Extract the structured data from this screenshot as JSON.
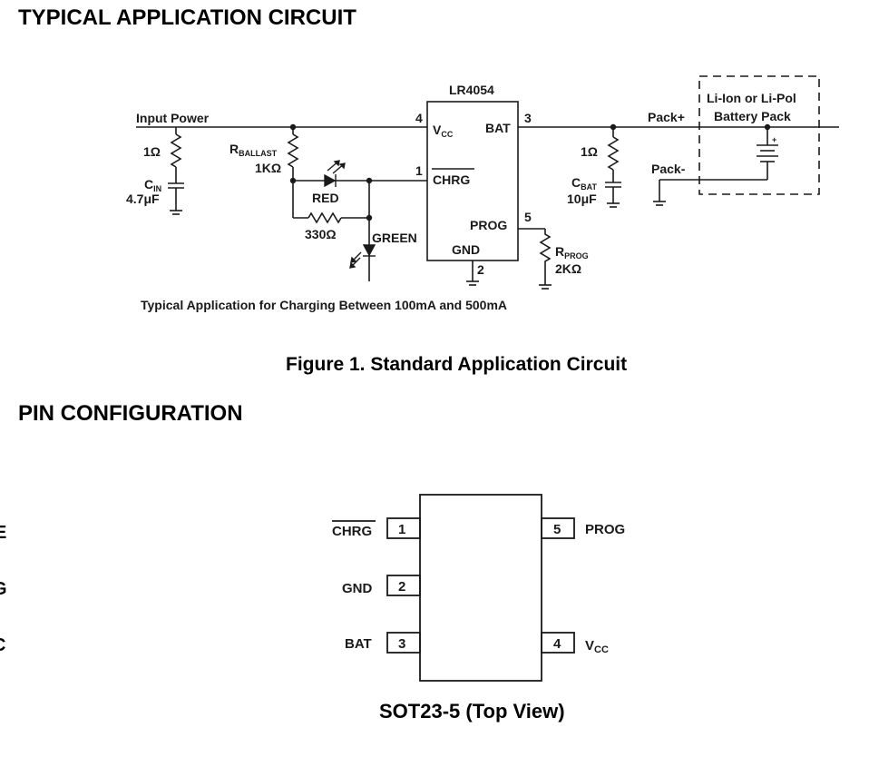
{
  "sections": {
    "typical_title": "TYPICAL APPLICATION CIRCUIT",
    "pin_title": "PIN CONFIGURATION"
  },
  "circuit": {
    "ic_name": "LR4054",
    "input_power": "Input Power",
    "pins": {
      "vcc": {
        "num": "4",
        "label": "V",
        "sub": "CC"
      },
      "bat": {
        "num": "3",
        "label": "BAT"
      },
      "chrg": {
        "num": "1",
        "label": "CHRG"
      },
      "prog": {
        "num": "5",
        "label": "PROG"
      },
      "gnd": {
        "num": "2",
        "label": "GND"
      }
    },
    "r_in": "1Ω",
    "c_in": {
      "label": "C",
      "sub": "IN",
      "value": "4.7μF"
    },
    "r_ballast": {
      "label": "R",
      "sub": "BALLAST",
      "value": "1KΩ"
    },
    "led_red": "RED",
    "r_330": "330Ω",
    "led_green": "GREEN",
    "r_bat": "1Ω",
    "c_bat": {
      "label": "C",
      "sub": "BAT",
      "value": "10μF"
    },
    "r_prog": {
      "label": "R",
      "sub": "PROG",
      "value": "2KΩ"
    },
    "pack_plus": "Pack+",
    "pack_minus": "Pack-",
    "battery": {
      "line1": "Li-Ion or Li-Pol",
      "line2": "Battery Pack"
    },
    "caption": "Typical Application for Charging Between 100mA and 500mA"
  },
  "figure_caption": "Figure 1. Standard Application Circuit",
  "package": {
    "name": "SOT23-5 (Top View)",
    "left_pins": [
      {
        "num": "1",
        "label": "CHRG"
      },
      {
        "num": "2",
        "label": "GND"
      },
      {
        "num": "3",
        "label": "BAT"
      }
    ],
    "right_pins": [
      {
        "num": "5",
        "label": "PROG"
      },
      {
        "num": "4",
        "label": "V",
        "sub": "CC"
      }
    ]
  },
  "edge_marks": [
    "E",
    "G",
    "C"
  ]
}
